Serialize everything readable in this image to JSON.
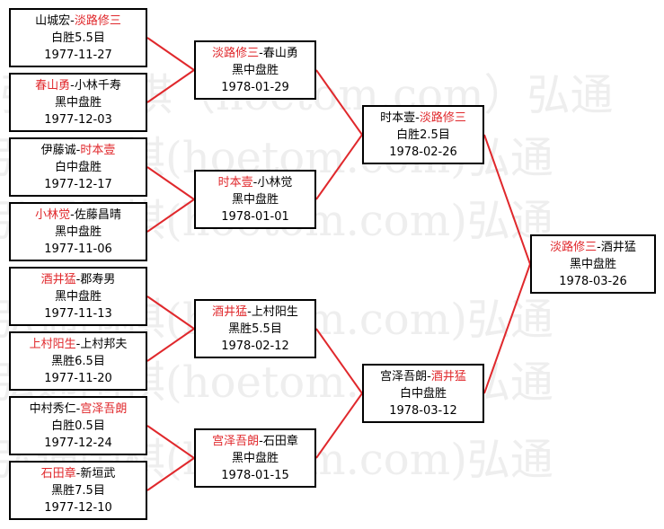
{
  "watermark": {
    "line_a": "弘通围棋（hoetom.com）弘通",
    "line_b": "弘通围棋(hoetom.com)弘通"
  },
  "colors": {
    "winner": "#e0282c",
    "connector": "#e0282c",
    "border": "#000000"
  },
  "matches": [
    {
      "id": "r1-1",
      "left": "山城宏",
      "right": "淡路修三",
      "winner": "right",
      "result": "白胜5.5目",
      "date": "1977-11-27"
    },
    {
      "id": "r1-2",
      "left": "春山勇",
      "right": "小林千寿",
      "winner": "left",
      "result": "黑中盘胜",
      "date": "1977-12-03"
    },
    {
      "id": "r1-3",
      "left": "伊藤诚",
      "right": "时本壹",
      "winner": "right",
      "result": "白中盘胜",
      "date": "1977-12-17"
    },
    {
      "id": "r1-4",
      "left": "小林觉",
      "right": "佐藤昌晴",
      "winner": "left",
      "result": "黑中盘胜",
      "date": "1977-11-06"
    },
    {
      "id": "r1-5",
      "left": "酒井猛",
      "right": "郡寿男",
      "winner": "left",
      "result": "黑中盘胜",
      "date": "1977-11-13"
    },
    {
      "id": "r1-6",
      "left": "上村阳生",
      "right": "上村邦夫",
      "winner": "left",
      "result": "黑胜6.5目",
      "date": "1977-11-20"
    },
    {
      "id": "r1-7",
      "left": "中村秀仁",
      "right": "宫泽吾朗",
      "winner": "right",
      "result": "白胜0.5目",
      "date": "1977-12-24"
    },
    {
      "id": "r1-8",
      "left": "石田章",
      "right": "新垣武",
      "winner": "left",
      "result": "黑胜7.5目",
      "date": "1977-12-10"
    },
    {
      "id": "r2-1",
      "left": "淡路修三",
      "right": "春山勇",
      "winner": "left",
      "result": "黑中盘胜",
      "date": "1978-01-29"
    },
    {
      "id": "r2-2",
      "left": "时本壹",
      "right": "小林觉",
      "winner": "left",
      "result": "黑中盘胜",
      "date": "1978-01-01"
    },
    {
      "id": "r2-3",
      "left": "酒井猛",
      "right": "上村阳生",
      "winner": "left",
      "result": "黑胜5.5目",
      "date": "1978-02-12"
    },
    {
      "id": "r2-4",
      "left": "宫泽吾朗",
      "right": "石田章",
      "winner": "left",
      "result": "黑中盘胜",
      "date": "1978-01-15"
    },
    {
      "id": "r3-1",
      "left": "时本壹",
      "right": "淡路修三",
      "winner": "right",
      "result": "白胜2.5目",
      "date": "1978-02-26"
    },
    {
      "id": "r3-2",
      "left": "宫泽吾朗",
      "right": "酒井猛",
      "winner": "right",
      "result": "白中盘胜",
      "date": "1978-03-12"
    },
    {
      "id": "final",
      "left": "淡路修三",
      "right": "酒井猛",
      "winner": "left",
      "result": "黑中盘胜",
      "date": "1978-03-26"
    }
  ]
}
